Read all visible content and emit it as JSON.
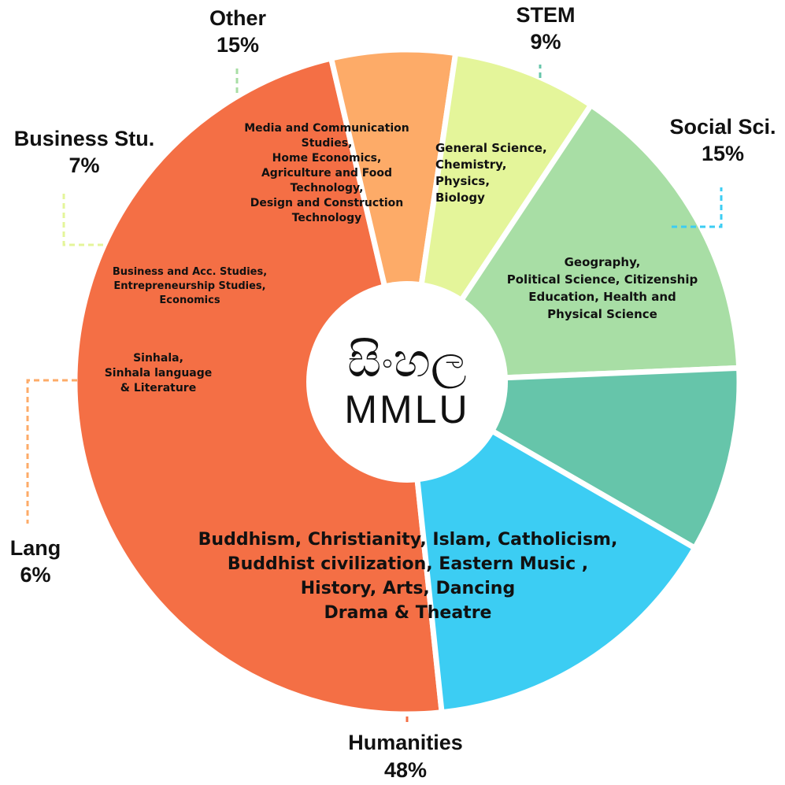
{
  "center": {
    "line1": "සිංහල",
    "line2": "MMLU"
  },
  "chart_data": {
    "type": "pie",
    "donut": true,
    "series": [
      {
        "name": "Humanities",
        "percent_label": "48%",
        "value": 48,
        "color": "#f46f45",
        "content": [
          "Buddhism, Christianity, Islam, Catholicism,",
          "Buddhist civilization, Eastern Music ,",
          "History, Arts, Dancing",
          "Drama & Theatre"
        ]
      },
      {
        "name": "Lang",
        "percent_label": "6%",
        "value": 6,
        "color": "#fdab68",
        "content": [
          "Sinhala,",
          "Sinhala language",
          "&  Literature"
        ]
      },
      {
        "name": "Business Stu.",
        "percent_label": "7%",
        "value": 7,
        "color": "#e4f59a",
        "content": [
          "Business and Acc. Studies,",
          "Entrepreneurship Studies,",
          "Economics"
        ]
      },
      {
        "name": "Other",
        "percent_label": "15%",
        "value": 15,
        "color": "#a8dea5",
        "content": [
          "Media and Communication",
          "Studies,",
          "Home Economics,",
          "Agriculture and Food",
          "Technology,",
          "Design and Construction",
          "Technology"
        ]
      },
      {
        "name": "STEM",
        "percent_label": "9%",
        "value": 9,
        "color": "#66c5aa",
        "content": [
          "General Science,",
          "Chemistry,",
          "Physics,",
          "Biology"
        ]
      },
      {
        "name": "Social Sci.",
        "percent_label": "15%",
        "value": 15,
        "color": "#3ccdf3",
        "content": [
          "Geography,",
          "Political Science, Citizenship",
          "Education, Health and",
          "Physical Science"
        ]
      }
    ]
  }
}
